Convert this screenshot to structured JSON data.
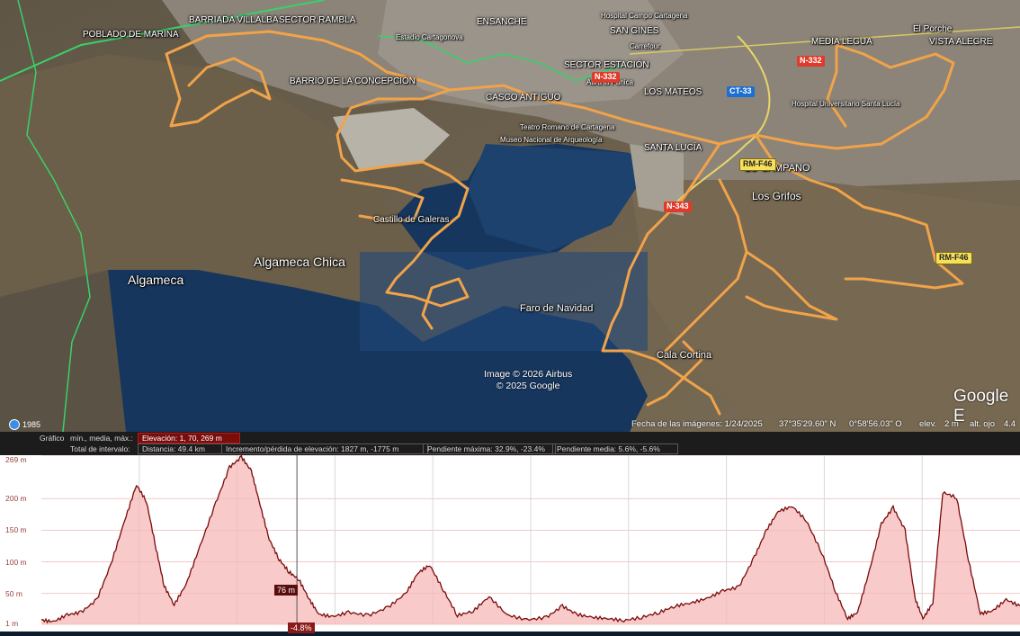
{
  "map": {
    "labels": {
      "poblado_marina": "POBLADO DE MARINA",
      "barriada_villalba": "BARRIADA VILLALBA",
      "sector_rambla": "SECTOR RAMBLA",
      "estadio": "Estadio Cartagonova",
      "ensanche": "ENSANCHE",
      "hospital_campo": "Hospital Campo Cartagena",
      "san_gines": "SAN GINÉS",
      "carrefour": "Carrefour",
      "el_porche": "El Porche",
      "media_legua": "MEDIA LEGUA",
      "vista_alegre": "VISTA ALEGRE",
      "sector_estacion": "SECTOR ESTACIÓN",
      "barrio_concepcion": "BARRIO DE LA CONCEPCIÓN",
      "casco_antiguo": "CASCO ANTIGUO",
      "aura_punica": "Aura la Púnica",
      "los_mateos": "LOS MATEOS",
      "hospital_santa_lucia": "Hospital Universitario Santa Lucía",
      "teatro_romano": "Teatro Romano de Cartagena",
      "museo": "Museo Nacional de Arqueología",
      "santa_lucia": "SANTA LUCÍA",
      "lo_campano": "LO CAMPANO",
      "los_grifos": "Los Grifos",
      "castillo": "Castillo de Galeras",
      "algameca_chica": "Algameca Chica",
      "algameca": "Algameca",
      "faro": "Faro de Navidad",
      "cala_cortina": "Cala Cortina"
    },
    "roads": {
      "n332a": "N-332",
      "n332b": "N-332",
      "ct33": "CT-33",
      "rmf46a": "RM-F46",
      "n343": "N-343",
      "rmf46b": "RM-F46"
    },
    "attribution": "Image © 2026 Airbus\n© 2025 Google",
    "google_logo": "Google E",
    "year": "1985"
  },
  "status_bar": {
    "date": "Fecha de las imágenes: 1/24/2025",
    "lat": "37°35'29.60\" N",
    "lon": "0°58'56.03\" O",
    "elev_label": "elev.",
    "elev_value": "2 m",
    "alt_label": "alt. ojo",
    "alt_value": "4.4"
  },
  "elevation_header": {
    "grafico": "Gráfico",
    "min_med_max": "mín., media, máx.:",
    "elevation": "Elevación: 1, 70, 269 m",
    "total": "Total de intervalo:",
    "distance": "Distancia: 49.4 km",
    "gain_loss": "Incremento/pérdida de elevación: 1827 m, -1775 m",
    "max_slope": "Pendiente máxima: 32.9%, -23.4%",
    "avg_slope": "Pendiente media: 5.6%, -5.6%"
  },
  "chart_data": {
    "type": "area",
    "title": "",
    "xlabel": "",
    "ylabel": "",
    "ylim": [
      1,
      269
    ],
    "yticks": [
      "269 m",
      "200 m",
      "150 m",
      "100 m",
      "50 m",
      "1 m"
    ],
    "ytick_values": [
      269,
      200,
      150,
      100,
      50,
      1
    ],
    "xlim": [
      0,
      49.4
    ],
    "grid": true,
    "cursor": {
      "x": 12.9,
      "label": "76 m",
      "slope": "-4.8%"
    },
    "x": [
      0,
      0.6,
      1.3,
      2.0,
      2.8,
      3.5,
      4.2,
      4.8,
      5.3,
      5.8,
      6.2,
      6.7,
      7.3,
      8.0,
      8.8,
      9.5,
      10.1,
      10.6,
      11.0,
      11.5,
      12.0,
      12.5,
      13.0,
      13.5,
      14.0,
      14.7,
      15.5,
      16.5,
      17.5,
      18.4,
      19.0,
      19.6,
      20.3,
      21.0,
      21.8,
      22.6,
      23.5,
      24.5,
      25.5,
      26.3,
      27.0,
      27.8,
      28.6,
      29.4,
      30.3,
      31.2,
      32.0,
      32.8,
      33.6,
      34.4,
      35.2,
      36.0,
      36.6,
      37.2,
      37.9,
      38.6,
      39.4,
      40.1,
      40.7,
      41.2,
      41.8,
      42.4,
      43.0,
      43.6,
      44.1,
      44.5,
      45.0,
      45.5,
      46.2,
      46.8,
      47.4,
      48.0,
      48.7,
      49.4
    ],
    "y": [
      8,
      5,
      16,
      20,
      40,
      95,
      165,
      222,
      196,
      120,
      62,
      32,
      64,
      124,
      193,
      250,
      266,
      244,
      195,
      136,
      104,
      84,
      72,
      42,
      17,
      13,
      20,
      15,
      28,
      50,
      82,
      95,
      55,
      15,
      22,
      45,
      16,
      8,
      12,
      30,
      17,
      12,
      10,
      7,
      12,
      20,
      30,
      35,
      42,
      54,
      60,
      108,
      150,
      180,
      188,
      166,
      114,
      52,
      10,
      20,
      86,
      160,
      186,
      150,
      42,
      10,
      35,
      210,
      202,
      103,
      18,
      22,
      40,
      30
    ]
  }
}
